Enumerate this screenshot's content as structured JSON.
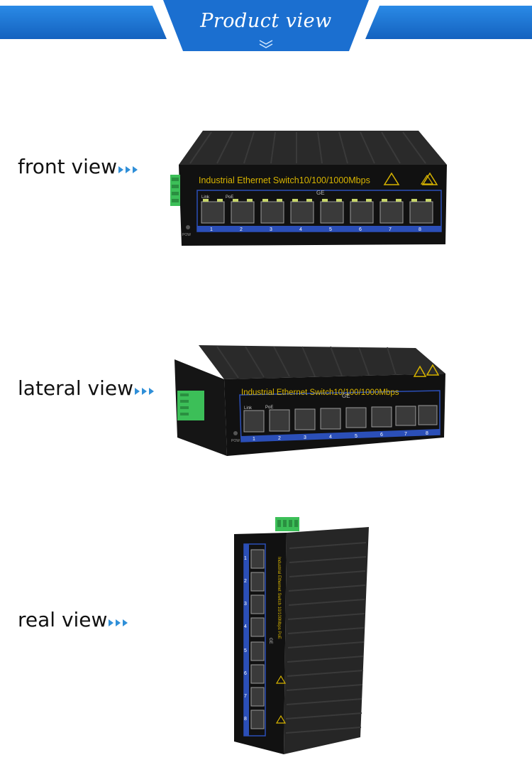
{
  "header": {
    "title": "Product view"
  },
  "views": [
    {
      "label": "front view"
    },
    {
      "label": "lateral view"
    },
    {
      "label": "real view"
    }
  ],
  "device": {
    "model_text": "Industrial Ethernet Switch10/100/1000Mbps",
    "group_label": "GE",
    "link_label": "Link",
    "poe_label": "PoE",
    "pow_label": "POW",
    "port_numbers": [
      "1",
      "2",
      "3",
      "4",
      "5",
      "6",
      "7",
      "8"
    ],
    "vertical_text": "Industrial Ethernet Switch 10/100Mbps PoE"
  },
  "colors": {
    "banner": "#1e78d2",
    "accent": "#2f8fd8",
    "label_stripe": "#2b4fb8",
    "model_text": "#d8b400",
    "terminal": "#3cbf58"
  }
}
